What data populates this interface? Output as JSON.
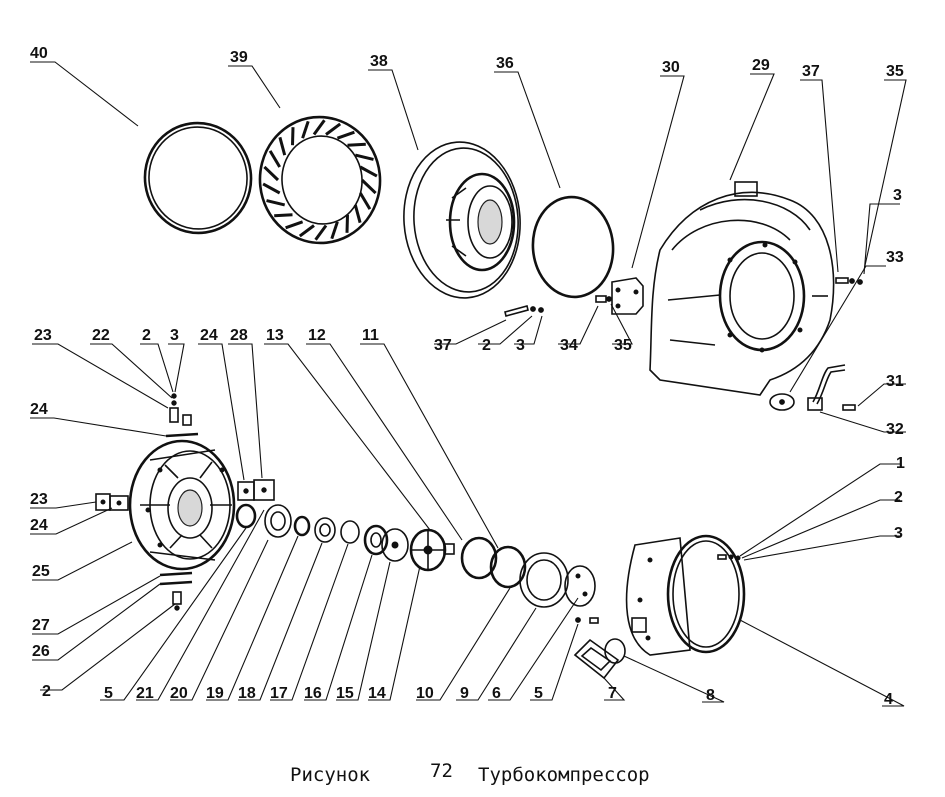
{
  "caption": {
    "word": "Рисунок",
    "number": "72",
    "title": "Турбокомпрессор"
  },
  "labels": {
    "l40": "40",
    "l39": "39",
    "l38": "38",
    "l36": "36",
    "l30": "30",
    "l29": "29",
    "l37a": "37",
    "l35a": "35",
    "l3a": "3",
    "l33": "33",
    "l37b": "37",
    "l2a": "2",
    "l3b": "3",
    "l34": "34",
    "l35b": "35",
    "l31": "31",
    "l32": "32",
    "l23a": "23",
    "l22": "22",
    "l2b": "2",
    "l3c": "3",
    "l24a": "24",
    "l28": "28",
    "l13": "13",
    "l12": "12",
    "l11": "11",
    "l24b": "24",
    "l23b": "23",
    "l24c": "24",
    "l25": "25",
    "l27": "27",
    "l26": "26",
    "l2c": "2",
    "l1": "1",
    "l2d": "2",
    "l3d": "3",
    "l5a": "5",
    "l21": "21",
    "l20": "20",
    "l19": "19",
    "l18": "18",
    "l17": "17",
    "l16": "16",
    "l15": "15",
    "l14": "14",
    "l10": "10",
    "l9": "9",
    "l6": "6",
    "l5b": "5",
    "l7": "7",
    "l8": "8",
    "l4": "4"
  }
}
